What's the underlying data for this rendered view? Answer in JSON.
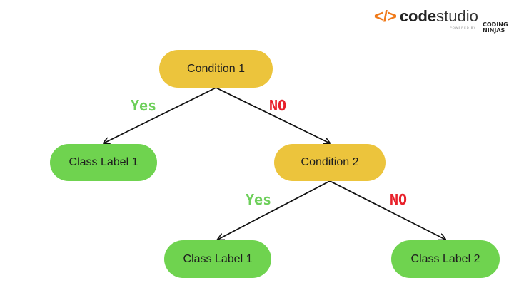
{
  "logo": {
    "brand": "codestudio",
    "brand_bold": "code",
    "brand_light": "studio",
    "powered_by": "POWERED BY",
    "partner": "CODING NINJAS"
  },
  "colors": {
    "condition": "#ecc43c",
    "leaf": "#6fd34f",
    "yes": "#6dcf5a",
    "no": "#e8202a",
    "edge": "#111111"
  },
  "nodes": [
    {
      "id": "c1",
      "label": "Condition 1",
      "kind": "condition"
    },
    {
      "id": "l1",
      "label": "Class Label 1",
      "kind": "leaf"
    },
    {
      "id": "c2",
      "label": "Condition 2",
      "kind": "condition"
    },
    {
      "id": "l2",
      "label": "Class Label 1",
      "kind": "leaf"
    },
    {
      "id": "l3",
      "label": "Class Label 2",
      "kind": "leaf"
    }
  ],
  "edges": [
    {
      "from": "c1",
      "to": "l1",
      "label": "Yes"
    },
    {
      "from": "c1",
      "to": "c2",
      "label": "NO"
    },
    {
      "from": "c2",
      "to": "l2",
      "label": "Yes"
    },
    {
      "from": "c2",
      "to": "l3",
      "label": "NO"
    }
  ]
}
